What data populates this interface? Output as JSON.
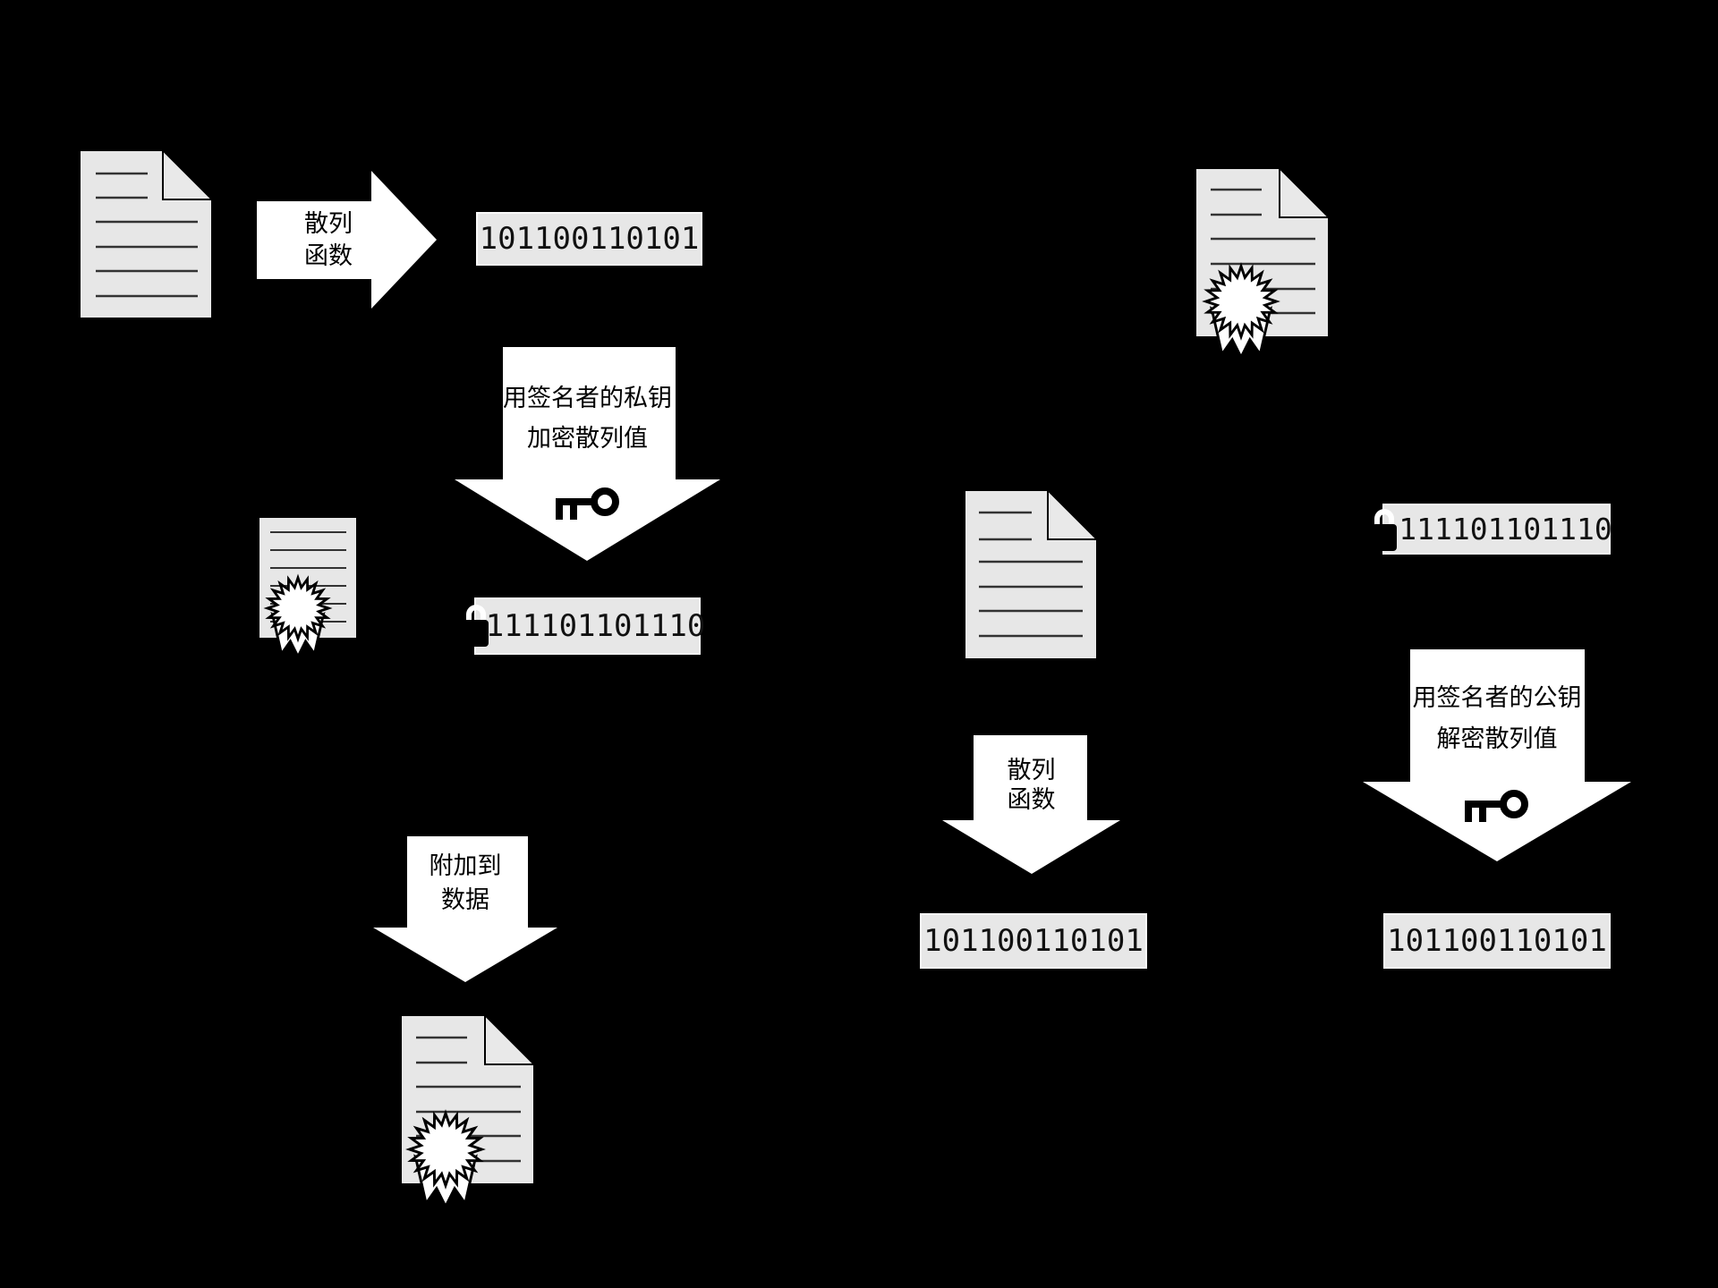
{
  "title": "digital-signature-process-diagram",
  "colors": {
    "background": "#000000",
    "shape_fill": "#e7e7e7",
    "arrow_fill": "#ffffff",
    "text": "#000000"
  },
  "signing": {
    "hash_arrow": {
      "line1": "散列",
      "line2": "函数"
    },
    "hash_value": "101100110101",
    "encrypt_arrow": {
      "line1": "用签名者的私钥",
      "line2": "加密散列值",
      "icon": "key-icon"
    },
    "signature_value": "111101101110",
    "append_arrow": {
      "line1": "附加到",
      "line2": "数据"
    }
  },
  "verification": {
    "signature_value": "111101101110",
    "hash_arrow": {
      "line1": "散列",
      "line2": "函数"
    },
    "decrypt_arrow": {
      "line1": "用签名者的公钥",
      "line2": "解密散列值",
      "icon": "key-icon"
    },
    "computed_hash_value": "101100110101",
    "decrypted_hash_value": "101100110101"
  }
}
